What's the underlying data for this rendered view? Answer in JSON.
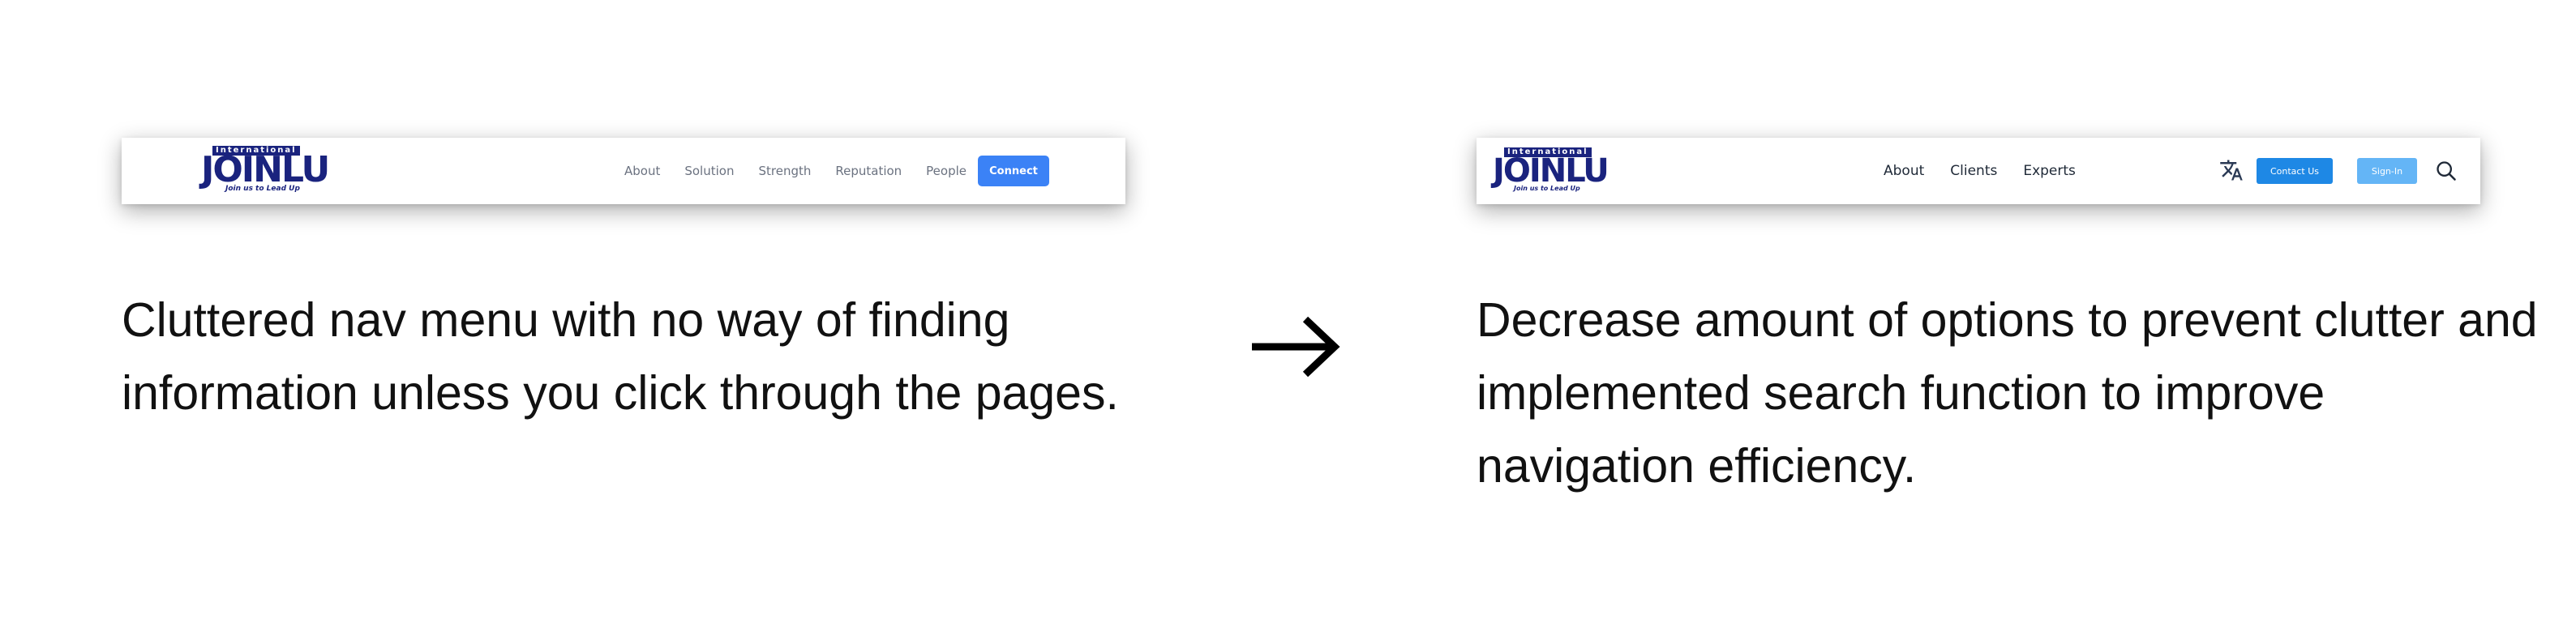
{
  "before": {
    "logo": {
      "intl": "International",
      "word": "JOINLU",
      "tagline": "Join us to Lead Up"
    },
    "menu": [
      "About",
      "Solution",
      "Strength",
      "Reputation",
      "People"
    ],
    "connect_label": "Connect",
    "description": "Cluttered nav menu with no way of finding information unless you click through the pages."
  },
  "after": {
    "logo": {
      "intl": "International",
      "word": "JOINLU",
      "tagline": "Join us to Lead Up"
    },
    "menu": [
      "About",
      "Clients",
      "Experts"
    ],
    "contact_label": "Contact Us",
    "signin_label": "Sign-In",
    "description": "Decrease amount of options to prevent clutter and implemented search function to improve navigation efficiency."
  },
  "icons": {
    "arrow": "arrow-right-icon",
    "translate": "translate-icon",
    "search": "search-icon"
  },
  "colors": {
    "connect": "#3b82f6",
    "contact": "#1e88e5",
    "signin": "#64b5f6",
    "logo": "#1a237e"
  }
}
